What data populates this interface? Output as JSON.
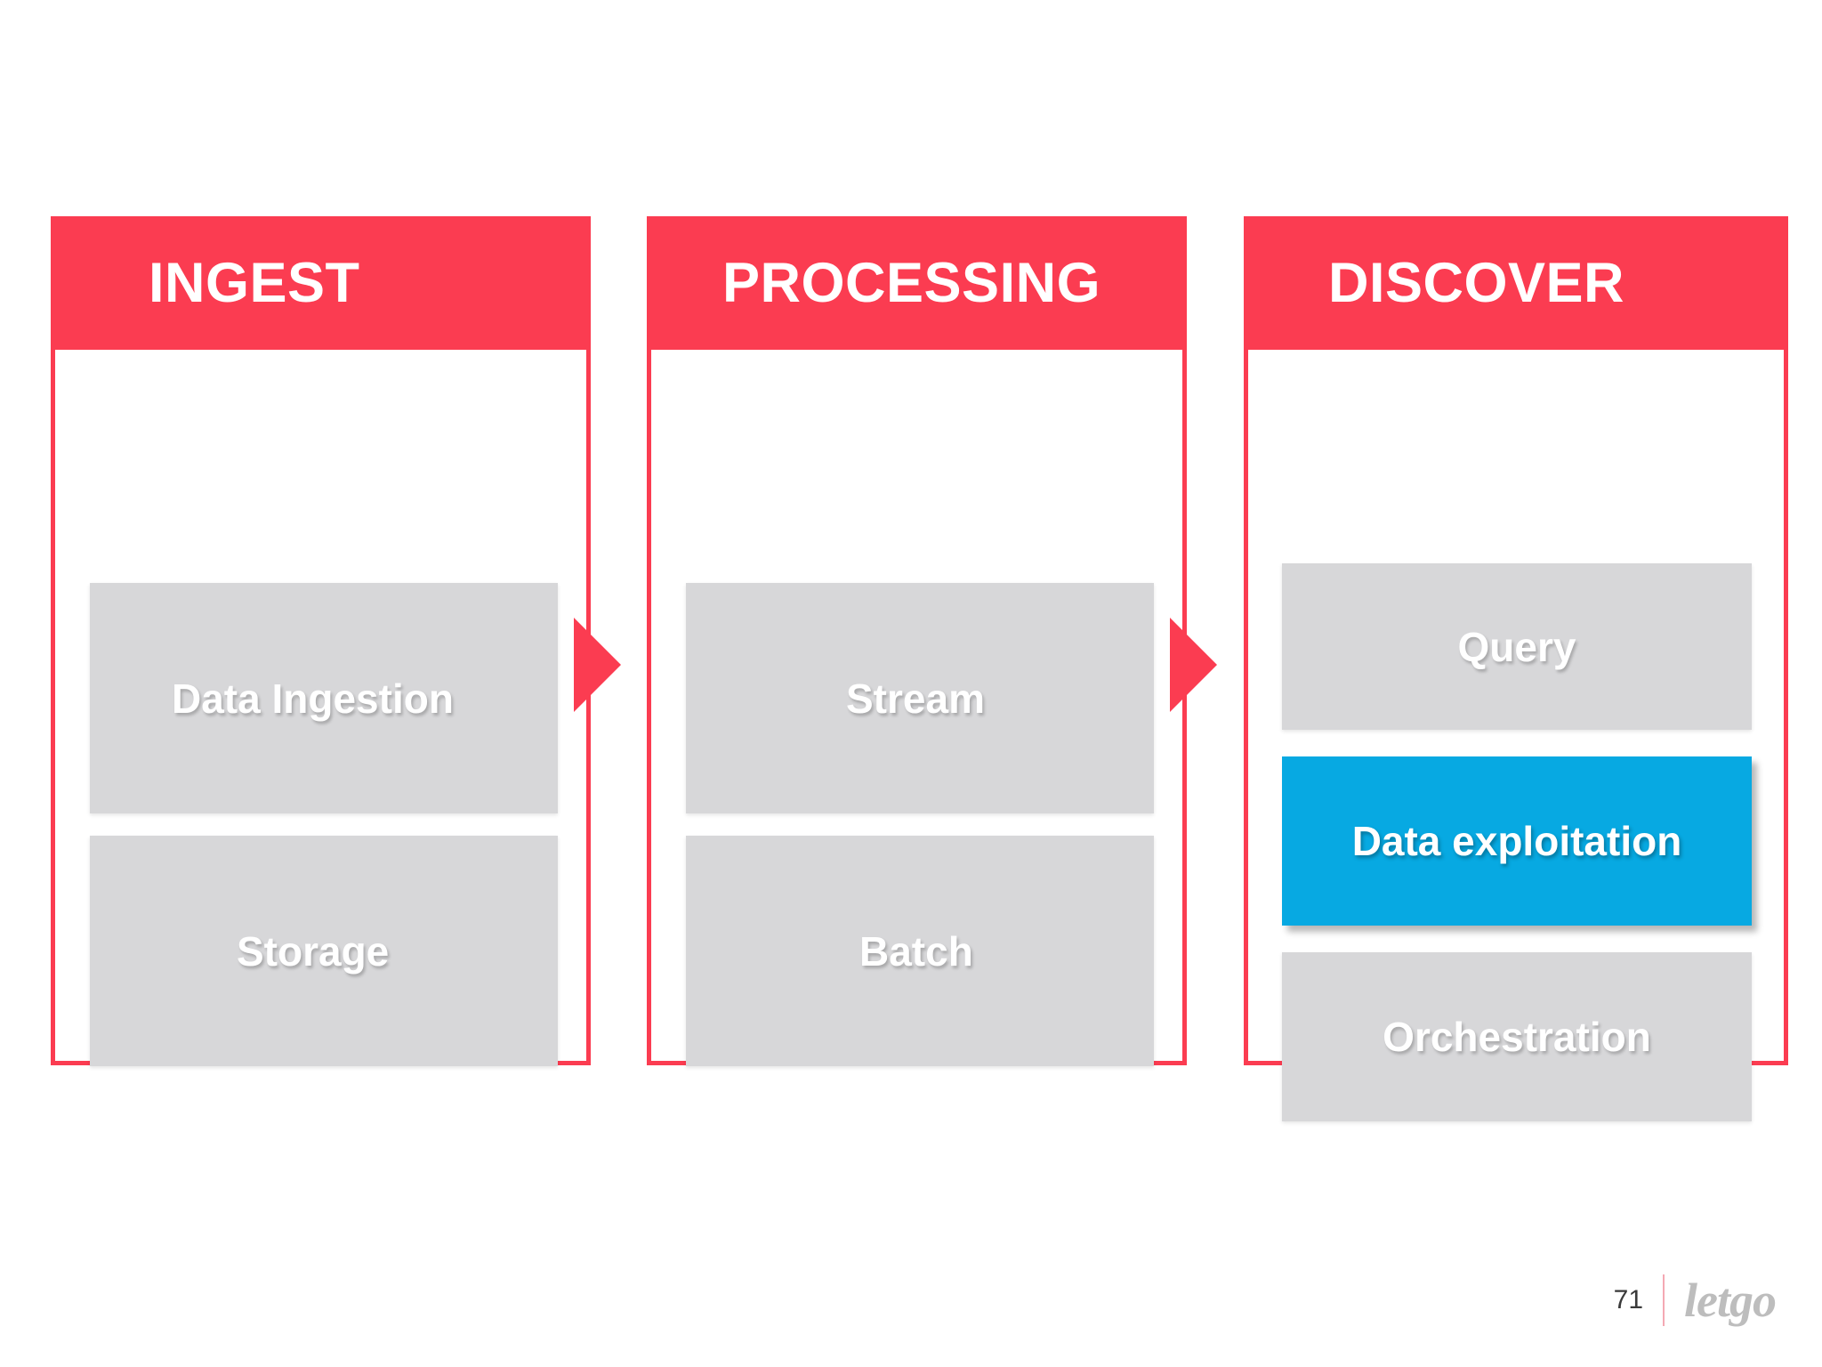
{
  "slide": {
    "page_number": "71",
    "brand": "letgo",
    "colors": {
      "accent_red": "#FB3C51",
      "box_gray": "#D7D7D9",
      "highlight_blue": "#07A9E2",
      "background": "#FFFFFF",
      "divider_pink": "#F4A9B4",
      "logo_gray": "#BDBDBD"
    }
  },
  "panels": [
    {
      "id": "ingest",
      "title": "INGEST",
      "items": [
        {
          "label": "Data Ingestion",
          "state": "normal"
        },
        {
          "label": "Storage",
          "state": "normal"
        }
      ]
    },
    {
      "id": "processing",
      "title": "PROCESSING",
      "items": [
        {
          "label": "Stream",
          "state": "normal"
        },
        {
          "label": "Batch",
          "state": "normal"
        }
      ]
    },
    {
      "id": "discover",
      "title": "DISCOVER",
      "items": [
        {
          "label": "Query",
          "state": "normal"
        },
        {
          "label": "Data exploitation",
          "state": "highlighted"
        },
        {
          "label": "Orchestration",
          "state": "normal"
        }
      ]
    }
  ],
  "connectors": [
    {
      "id": "arrow-ingest-to-processing",
      "shape": "right-triangle"
    },
    {
      "id": "arrow-processing-to-discover",
      "shape": "right-triangle"
    }
  ]
}
